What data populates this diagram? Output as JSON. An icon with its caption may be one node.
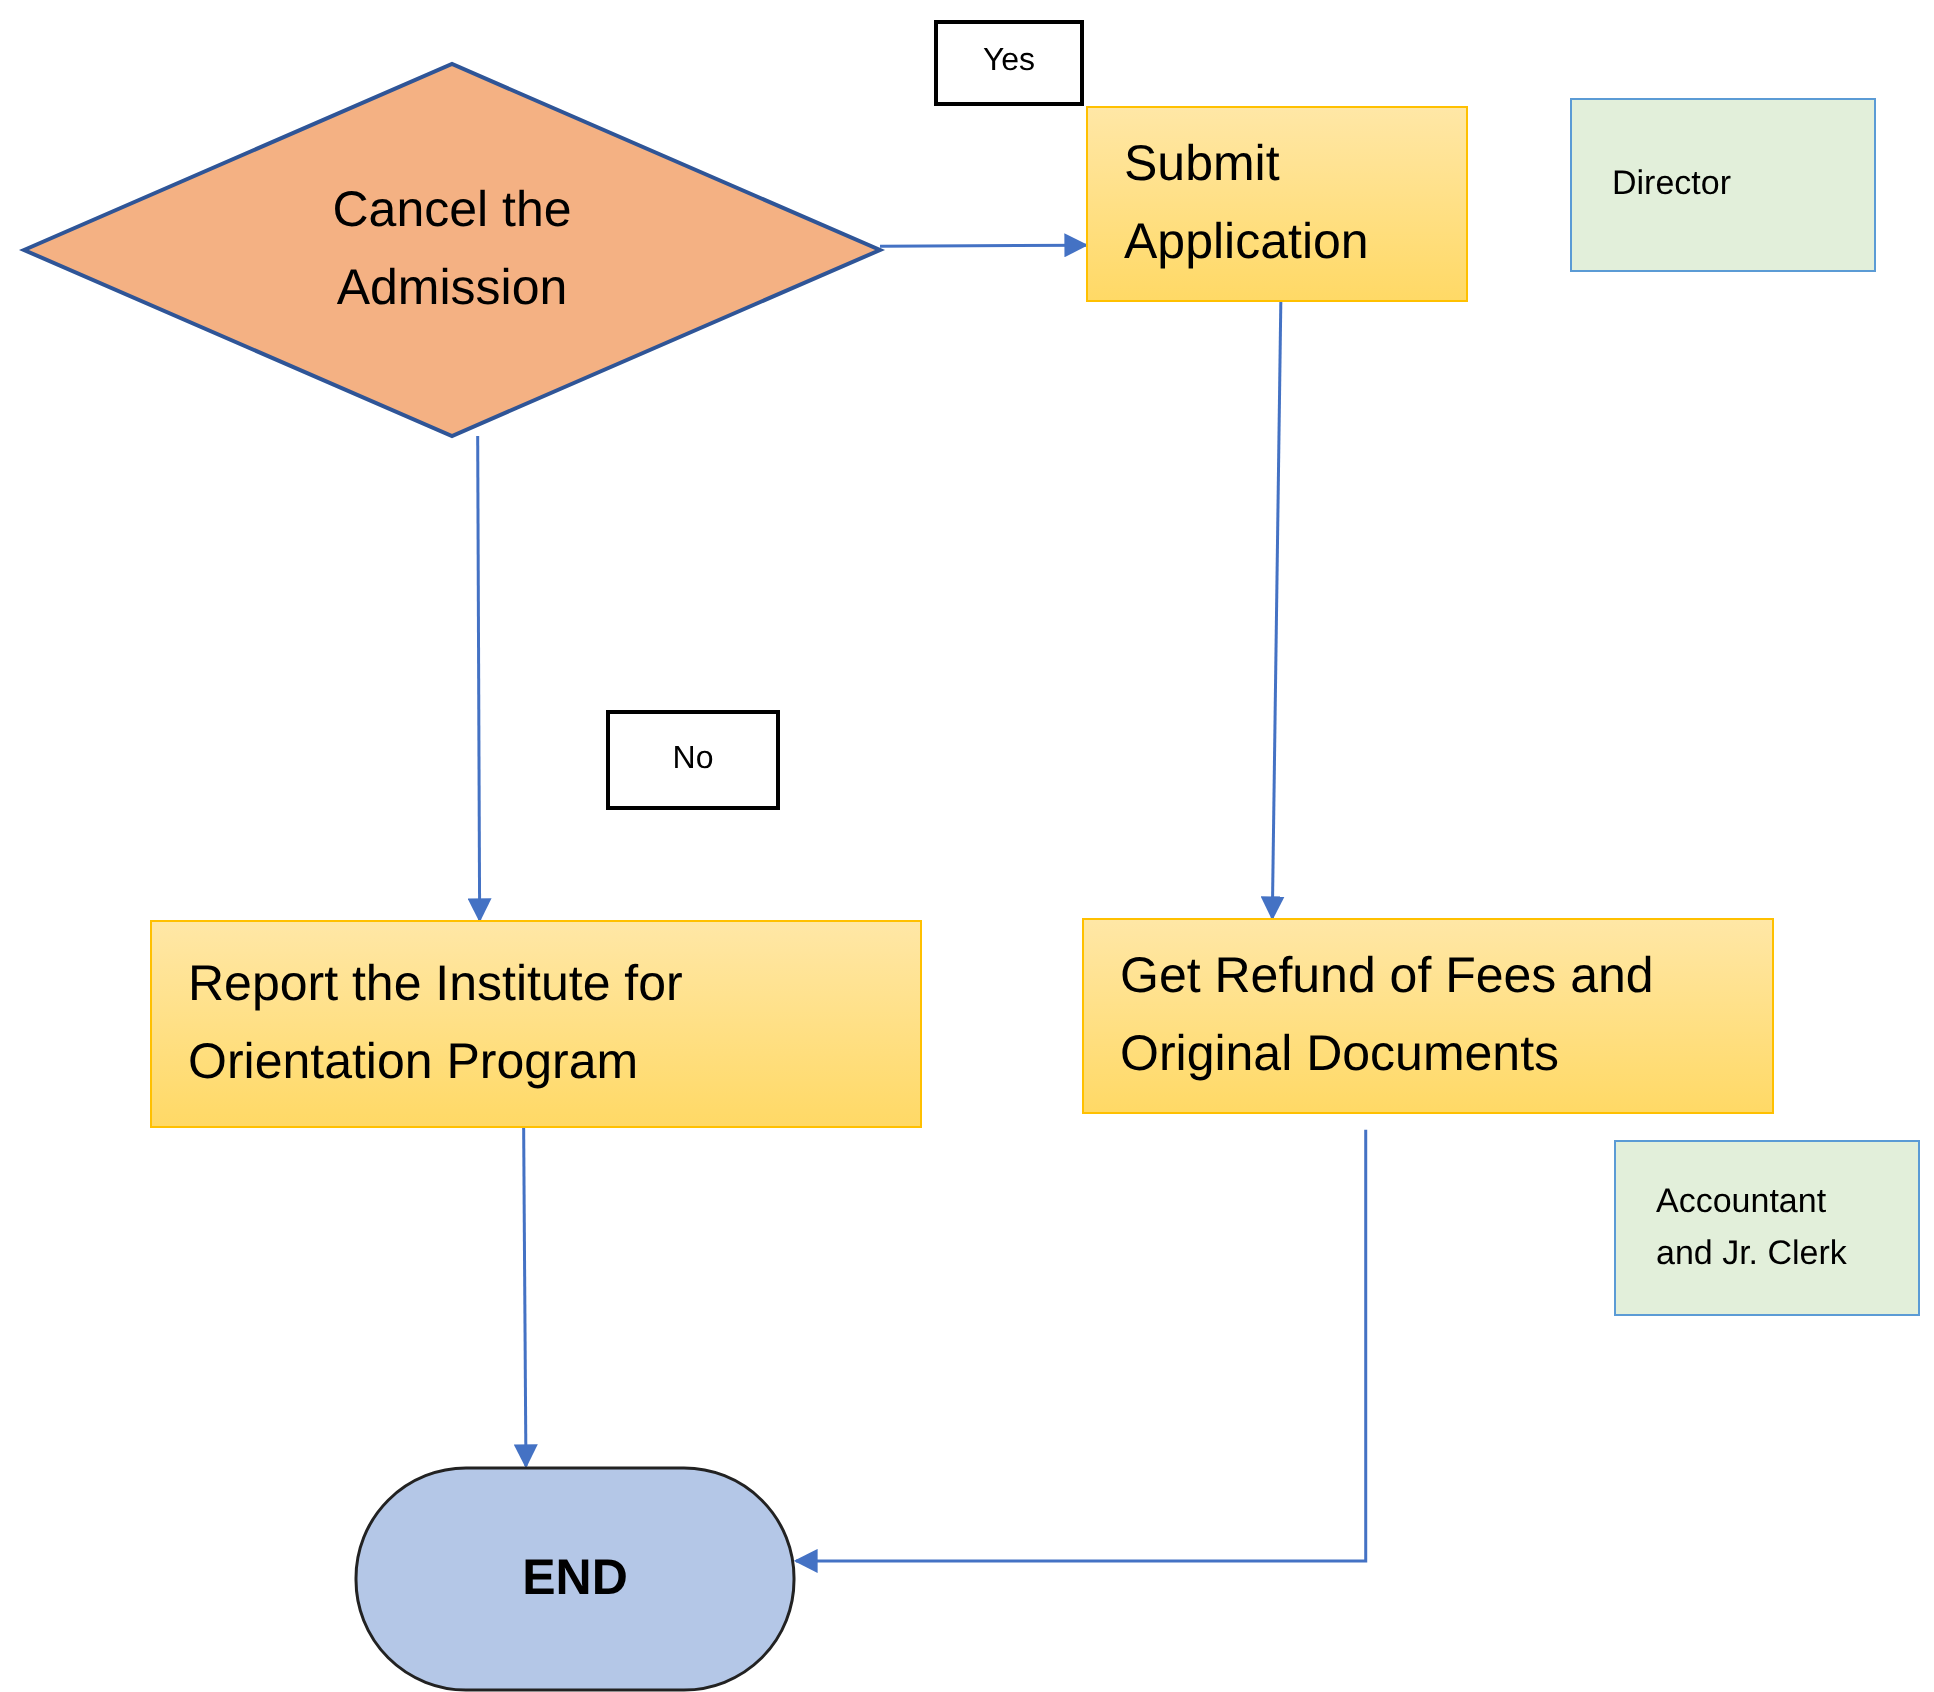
{
  "diagram": {
    "nodes": [
      {
        "text": [
          "Cancel the Admission"
        ]
      },
      {
        "text": [
          "Yes"
        ]
      },
      {
        "text": [
          "Submit Application"
        ]
      },
      {
        "text": [
          "Director"
        ]
      },
      {
        "text": [
          "No"
        ]
      },
      {
        "text": [
          "Report the Institute for Orientation Program"
        ]
      },
      {
        "text": [
          "Get Refund of Fees and Original Documents"
        ]
      },
      {
        "text": [
          "Accountant and Jr. Clerk"
        ]
      },
      {
        "text": [
          "END"
        ]
      }
    ],
    "edges": [
      {
        "from": 0,
        "to": 2,
        "arrow": "to"
      },
      {
        "from": 0,
        "to": 5,
        "arrow": "to"
      },
      {
        "from": 2,
        "to": 6,
        "arrow": "to"
      },
      {
        "from": 5,
        "to": 8,
        "arrow": "to"
      },
      {
        "from": 6,
        "to": 8,
        "arrow": "to"
      }
    ]
  }
}
